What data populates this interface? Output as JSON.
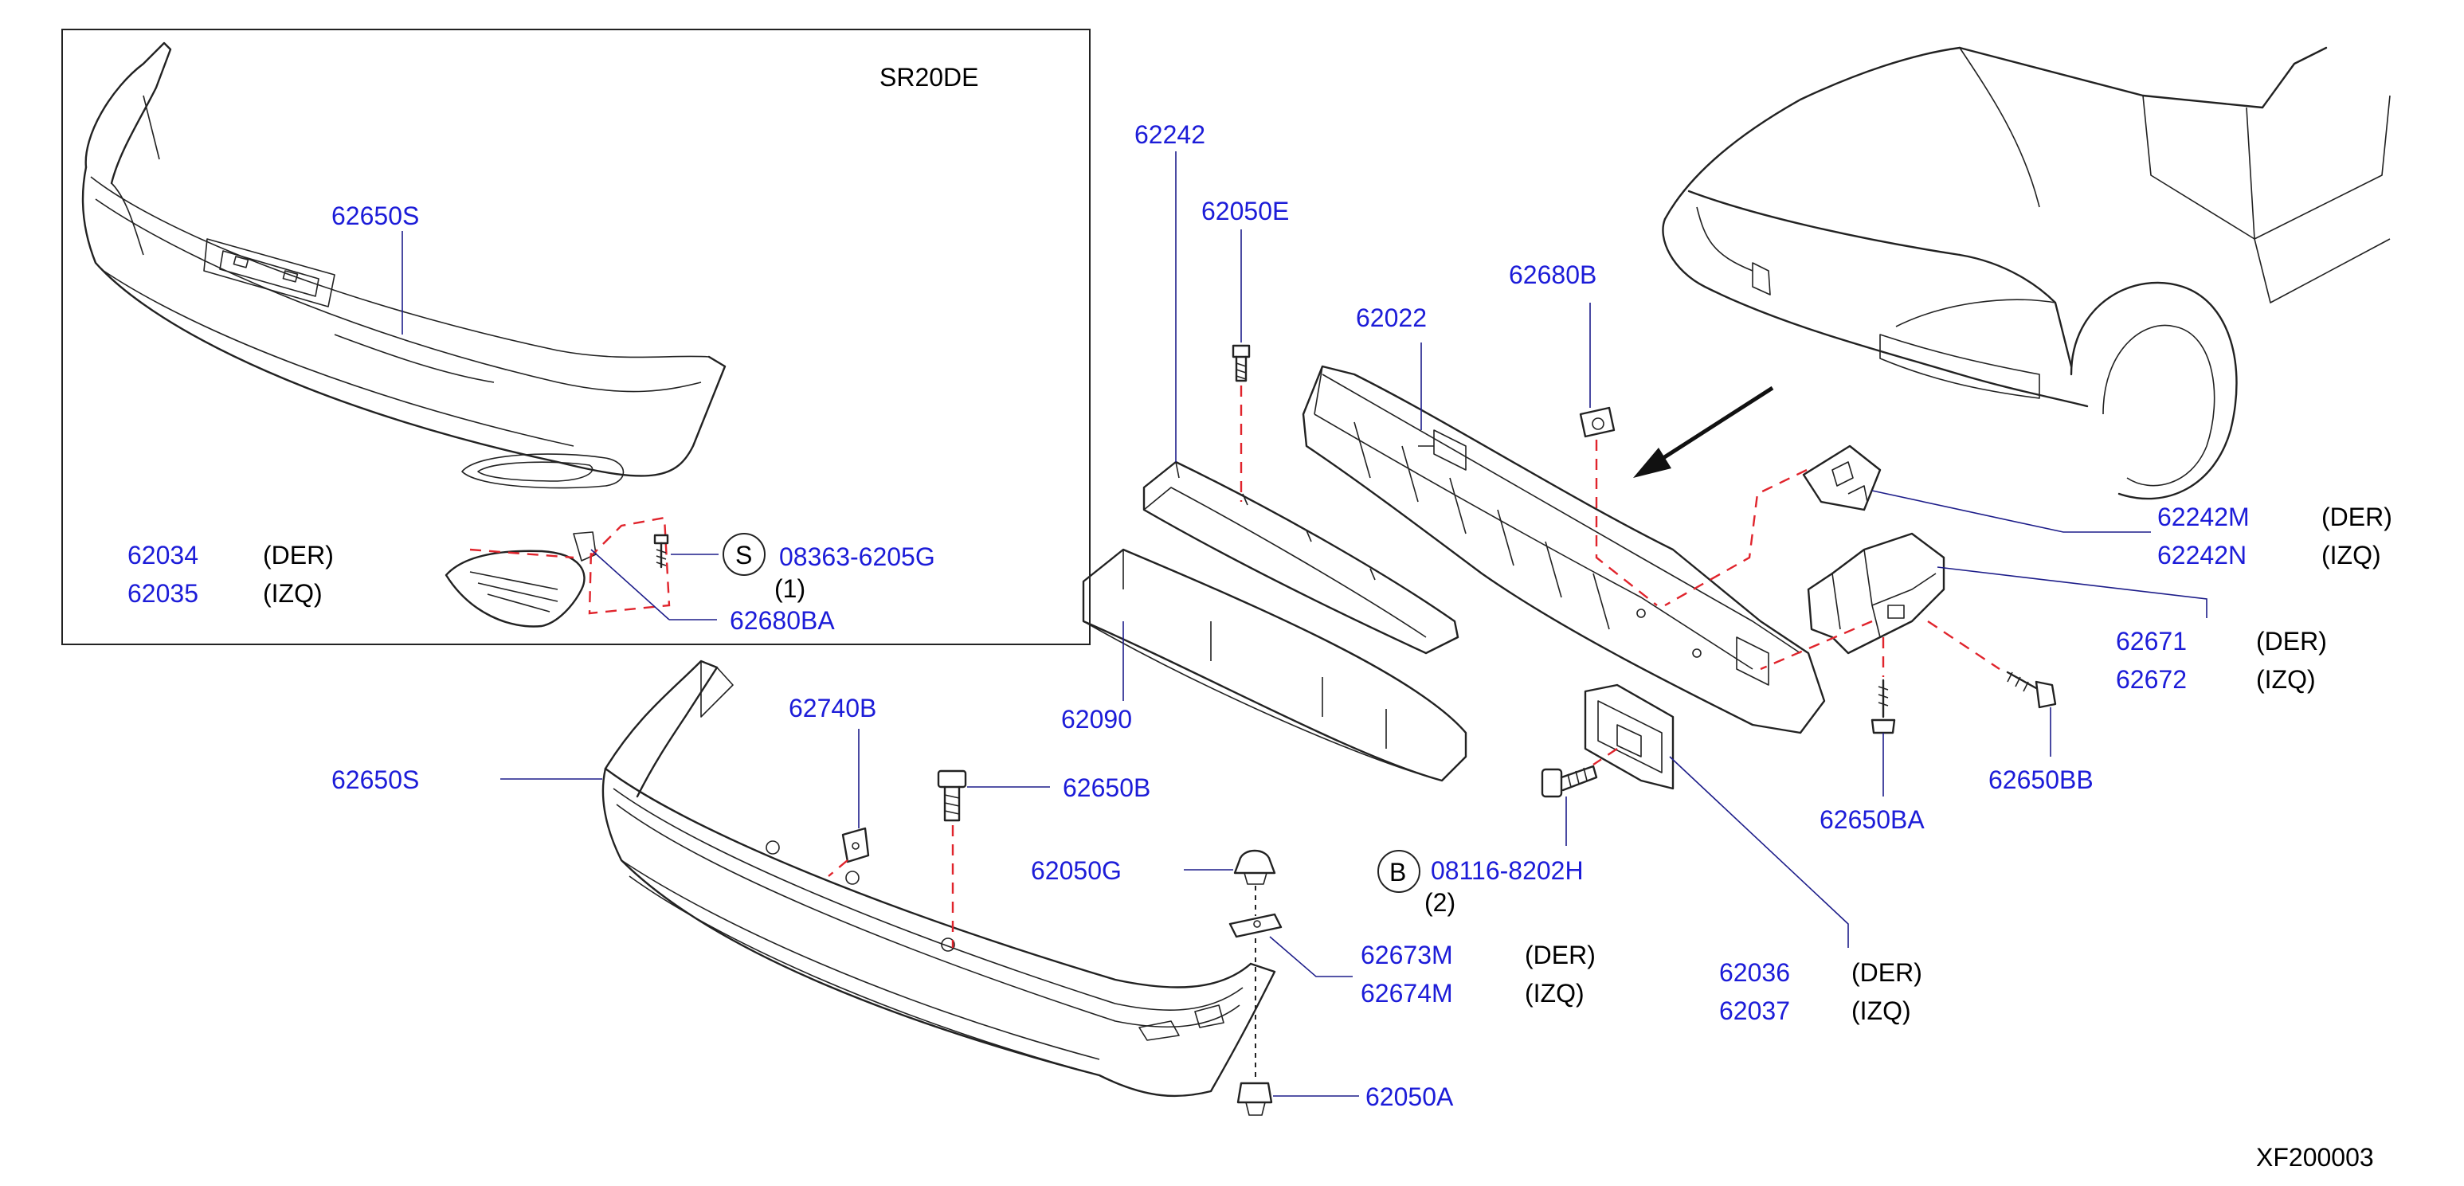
{
  "inset": {
    "engine_label": "SR20DE"
  },
  "labels": {
    "p62650S_inset": "62650S",
    "p62034": "62034",
    "p62035": "62035",
    "p08363": "08363-6205G",
    "s_symbol": "S",
    "s_qty": "(1)",
    "p62680BA": "62680BA",
    "p62242": "62242",
    "p62050E": "62050E",
    "p62022": "62022",
    "p62680B": "62680B",
    "p62242M": "62242M",
    "p62242N": "62242N",
    "p62671": "62671",
    "p62672": "62672",
    "p62090": "62090",
    "p62740B": "62740B",
    "p62650S": "62650S",
    "p62650B": "62650B",
    "p62050G": "62050G",
    "p08116": "08116-8202H",
    "b_symbol": "B",
    "b_qty": "(2)",
    "p62650BA": "62650BA",
    "p62650BB": "62650BB",
    "p62673M": "62673M",
    "p62674M": "62674M",
    "p62036": "62036",
    "p62037": "62037",
    "p62050A": "62050A"
  },
  "sides": {
    "der": "(DER)",
    "izq": "(IZQ)"
  },
  "diagram_code": "XF200003",
  "colors": {
    "part_number": "#1c1cd8",
    "leader": "#1d1d8a",
    "dash": "#e0242c",
    "line": "#222222"
  }
}
